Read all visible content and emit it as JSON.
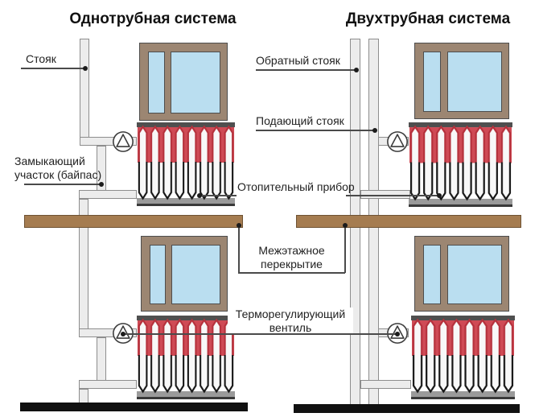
{
  "diagram": {
    "left_system": {
      "title": "Однотрубная система"
    },
    "right_system": {
      "title": "Двухтрубная система"
    },
    "labels": {
      "riser": "Стояк",
      "bypass": "Замыкающий\nучасток (байпас)",
      "return_riser": "Обратный стояк",
      "supply_riser": "Подающий стояк",
      "heating_device": "Отопительный прибор",
      "floor_slab": "Межэтажное\nперекрытие",
      "thermo_valve": "Терморегулирующий\nвентиль"
    },
    "colors": {
      "pipe_fill": "#ececec",
      "pipe_border": "#8d8d8d",
      "slab_brown": "#a57c50",
      "window_frame": "#9c8672",
      "glass_blue": "#badef0",
      "radiator_red": "#b5313c",
      "radiator_black": "#161616",
      "ground_black": "#111111",
      "callout_line": "#4a4a4a"
    }
  }
}
